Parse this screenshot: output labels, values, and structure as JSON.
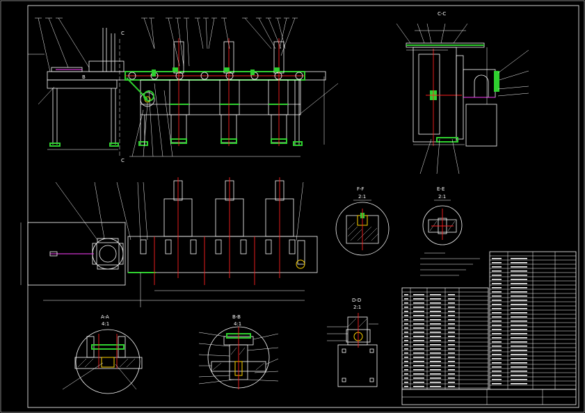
{
  "drawing": {
    "views": {
      "section_c": "C-C",
      "section_f": "F-F",
      "section_f_scale": "2:1",
      "section_e": "E-E",
      "section_e_scale": "2:1",
      "section_d": "D-D",
      "section_d_scale": "2:1",
      "section_a": "A-A",
      "section_a_scale": "4:1",
      "section_b": "B-B",
      "section_b_scale": "4:1",
      "cut_marker_c": "C",
      "cut_marker_b": "B"
    },
    "colors": {
      "background": "#000000",
      "outline": "#ffffff",
      "part_highlight": "#2fd12f",
      "centerline": "#ff2020",
      "accent_magenta": "#ff40ff",
      "accent_yellow": "#ffd400"
    }
  }
}
